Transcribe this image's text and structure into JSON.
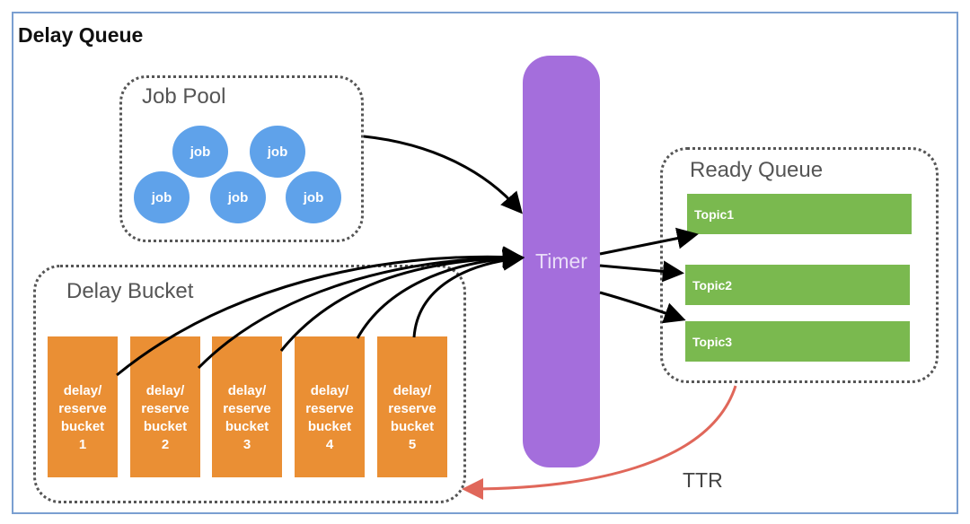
{
  "title": "Delay Queue",
  "job_pool": {
    "label": "Job Pool",
    "jobs": [
      "job",
      "job",
      "job",
      "job",
      "job"
    ]
  },
  "delay_bucket": {
    "label": "Delay Bucket",
    "buckets": [
      {
        "line1": "delay/",
        "line2": "reserve",
        "line3": "bucket",
        "number": "1"
      },
      {
        "line1": "delay/",
        "line2": "reserve",
        "line3": "bucket",
        "number": "2"
      },
      {
        "line1": "delay/",
        "line2": "reserve",
        "line3": "bucket",
        "number": "3"
      },
      {
        "line1": "delay/",
        "line2": "reserve",
        "line3": "bucket",
        "number": "4"
      },
      {
        "line1": "delay/",
        "line2": "reserve",
        "line3": "bucket",
        "number": "5"
      }
    ]
  },
  "timer": {
    "label": "Timer"
  },
  "ready_queue": {
    "label": "Ready Queue",
    "topics": [
      "Topic1",
      "Topic2",
      "Topic3"
    ]
  },
  "ttr": {
    "label": "TTR"
  },
  "colors": {
    "frame": "#7a9fd1",
    "job": "#5fa2ea",
    "bucket": "#ea8f34",
    "timer": "#a46edc",
    "topic": "#7ab94f",
    "ttr_arrow": "#e0675a"
  }
}
